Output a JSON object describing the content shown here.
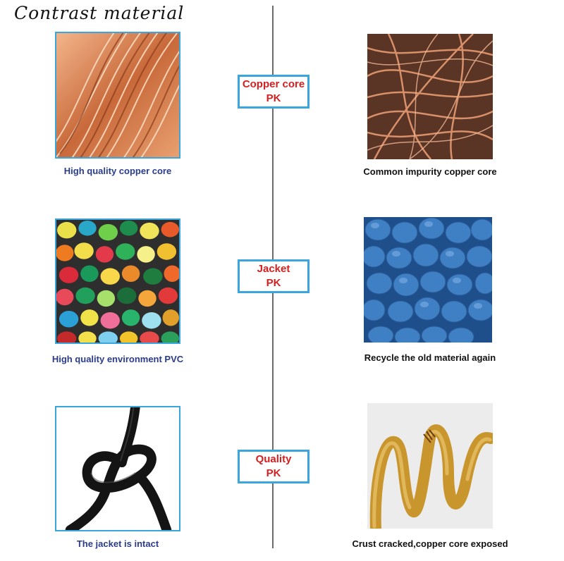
{
  "title": "Contrast material",
  "comparisons": [
    {
      "label_line1": "Copper core",
      "label_line2": "PK",
      "left_caption": "High quality copper core",
      "right_caption": "Common impurity copper core"
    },
    {
      "label_line1": "Jacket",
      "label_line2": "PK",
      "left_caption": "High quality environment PVC",
      "right_caption": "Recycle the old material again"
    },
    {
      "label_line1": "Quality",
      "label_line2": "PK",
      "left_caption": "The jacket is intact",
      "right_caption": "Crust cracked,copper core exposed"
    }
  ],
  "colors": {
    "frame": "#3aa6dd",
    "pk_text": "#d42020",
    "left_caption": "#2a3c8a",
    "divider": "#6b6b6b"
  }
}
